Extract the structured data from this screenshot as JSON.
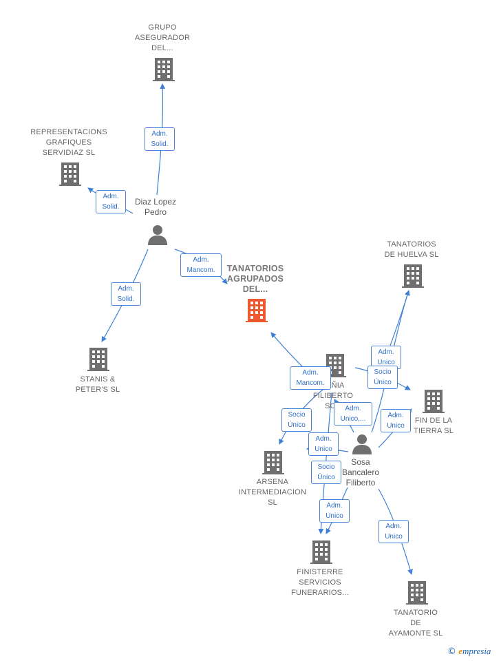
{
  "colors": {
    "edge": "#3f80d6",
    "company": "#6f6f6f",
    "main_company": "#ee5a2f",
    "person": "#6f6f6f"
  },
  "nodes": {
    "main": "TANATORIOS\nAGRUPADOS\nDEL...",
    "grupo": "GRUPO\nASEGURADOR\nDEL...",
    "representaciones": "REPRESENTACIONS\nGRAFIQUES\nSERVIDIAZ SL",
    "stanis": "STANIS &\nPETER'S SL",
    "huelva": "TANATORIOS\nDE HUELVA SL",
    "compania": "PAÑIA\nFILIBERTO\nSOS",
    "fin": "FIN DE LA\nTIERRA  SL",
    "arsena": "ARSENA\nINTERMEDIACION\nSL",
    "finisterre": "FINISTERRE\nSERVICIOS\nFUNERARIOS...",
    "ayamonte": "TANATORIO\nDE\nAYAMONTE SL"
  },
  "persons": {
    "diaz": "Diaz Lopez\nPedro",
    "sosa": "Sosa\nBancalero\nFiliberto"
  },
  "roles": {
    "r1": "Adm.\nSolid.",
    "r2": "Adm.\nSolid.",
    "r3": "Adm.\nMancom.",
    "r4": "Adm.\nSolid.",
    "r5": "Adm.\nUnico",
    "r6": "Socio\nÚnico",
    "r7": "Adm.\nMancom.",
    "r8": "Adm.\nUnico,...",
    "r9": "Adm.\nUnico",
    "r10": "Socio\nÚnico",
    "r11": "Adm.\nUnico",
    "r12": "Socio\nÚnico",
    "r13": "Adm.\nUnico",
    "r14": "Adm.\nUnico"
  },
  "brand": {
    "copyright": "©",
    "e": "e",
    "rest": "mpresia"
  }
}
